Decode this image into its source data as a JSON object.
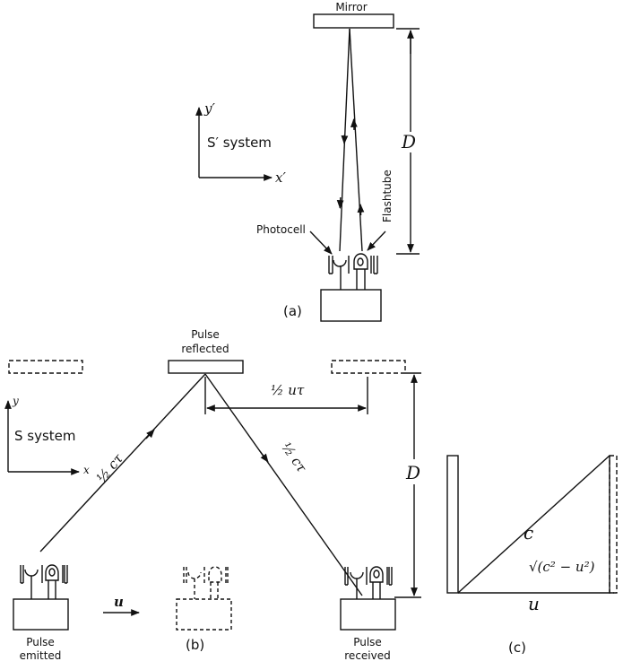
{
  "panel_a": {
    "mirror_label": "Mirror",
    "axis_y": "y′",
    "axis_x": "x′",
    "system_label": "S′ system",
    "distance_label": "D",
    "photocell_label": "Photocell",
    "flashtube_label": "Flashtube",
    "caption": "(a)"
  },
  "panel_b": {
    "reflected_label_1": "Pulse",
    "reflected_label_2": "reflected",
    "half_u_tau": "½ uτ",
    "axis_y": "y",
    "axis_x": "x",
    "system_label": "S system",
    "half_c_tau_left": "½ cτ",
    "half_c_tau_right": "½ cτ",
    "distance_label": "D",
    "emitted_label_1": "Pulse",
    "emitted_label_2": "emitted",
    "velocity_label": "u",
    "caption": "(b)",
    "received_label_1": "Pulse",
    "received_label_2": "received"
  },
  "panel_c": {
    "hyp_label": "c",
    "side_label": "√(c² − u²)",
    "base_label": "u",
    "caption": "(c)"
  }
}
